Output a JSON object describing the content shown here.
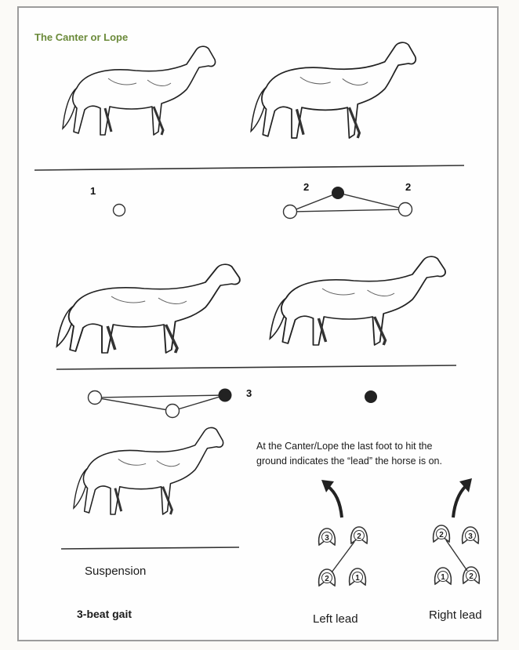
{
  "title": "The Canter or Lope",
  "beats": {
    "b1": "1",
    "b2_left": "2",
    "b2_right": "2",
    "b3": "3"
  },
  "note_line1": "At the Canter/Lope the last foot to hit the",
  "note_line2": "ground indicates the “lead” the horse is on.",
  "suspension_label": "Suspension",
  "gait_label": "3-beat gait",
  "left_lead": {
    "label": "Left lead",
    "hooves": [
      "3",
      "2",
      "2",
      "1"
    ]
  },
  "right_lead": {
    "label": "Right lead",
    "hooves": [
      "2",
      "3",
      "1",
      "2"
    ]
  },
  "colors": {
    "title": "#6b8a3a",
    "ink": "#1a1a1a",
    "frame": "#9c9c9c"
  }
}
